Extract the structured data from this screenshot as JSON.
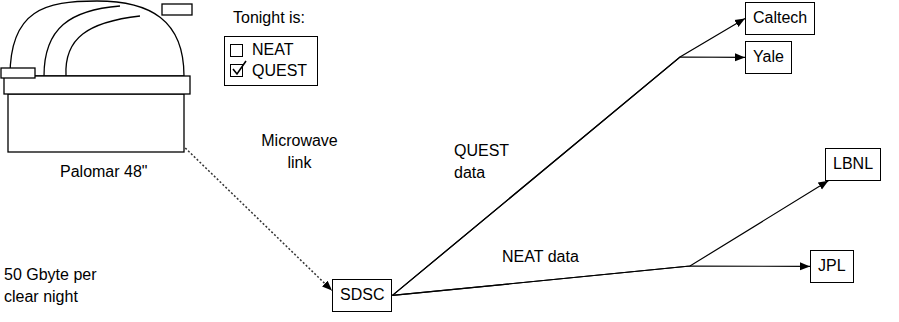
{
  "diagram": {
    "nodes": [
      {
        "text": [
          "Palomar 48\""
        ]
      },
      {
        "text": [
          "Tonight is:",
          "NEAT",
          "QUEST"
        ]
      },
      {
        "text": [
          "Caltech"
        ]
      },
      {
        "text": [
          "Yale"
        ]
      },
      {
        "text": [
          "LBNL"
        ]
      },
      {
        "text": [
          "SDSC"
        ]
      },
      {
        "text": [
          "JPL"
        ]
      }
    ],
    "edges": [
      {
        "from": 0,
        "to": 5,
        "arrow": "to",
        "label": "Microwave link"
      },
      {
        "from": 5,
        "to": 2,
        "arrow": "to",
        "label": "QUEST data"
      },
      {
        "from": 5,
        "to": 3,
        "arrow": "to"
      },
      {
        "from": 5,
        "to": 4,
        "arrow": "to",
        "label": "NEAT data"
      },
      {
        "from": 5,
        "to": 6,
        "arrow": "to"
      }
    ],
    "labels": [
      "50 Gbyte per clear night"
    ]
  }
}
